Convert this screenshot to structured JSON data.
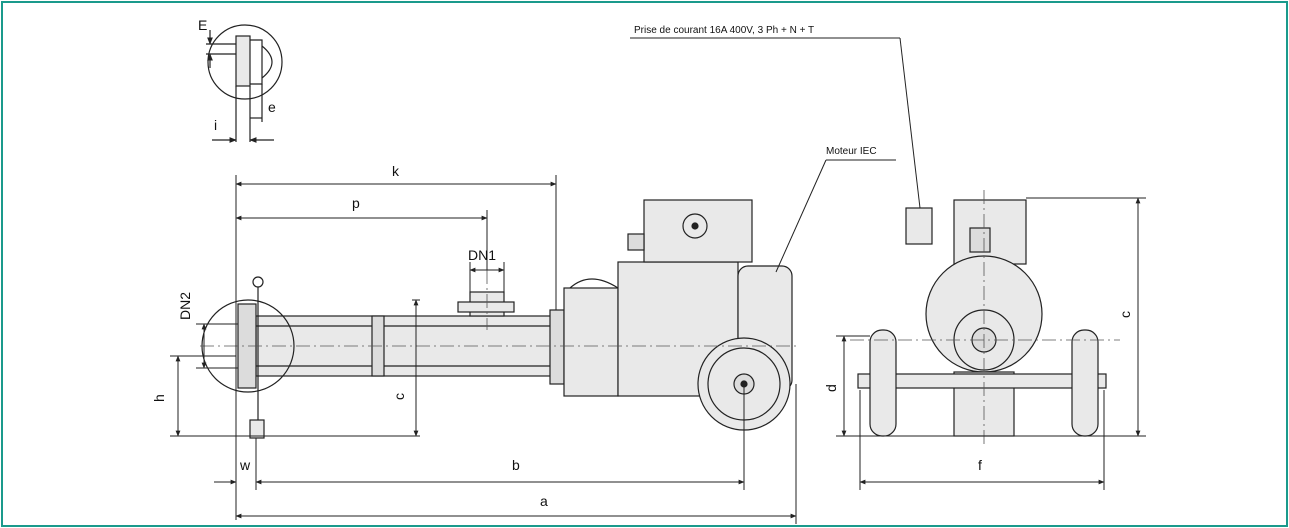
{
  "labels": {
    "power_outlet": "Prise de courant 16A 400V, 3 Ph + N + T",
    "motor": "Moteur IEC",
    "dims": {
      "E": "E",
      "e": "e",
      "i": "i",
      "k": "k",
      "p": "p",
      "DN1": "DN1",
      "DN2": "DN2",
      "h": "h",
      "w": "w",
      "b": "b",
      "a": "a",
      "c_left": "c",
      "d": "d",
      "f": "f",
      "c_right": "c"
    }
  },
  "colors": {
    "frame": "#1a9a8c",
    "line": "#222222",
    "fill": "#e9e9e9"
  }
}
